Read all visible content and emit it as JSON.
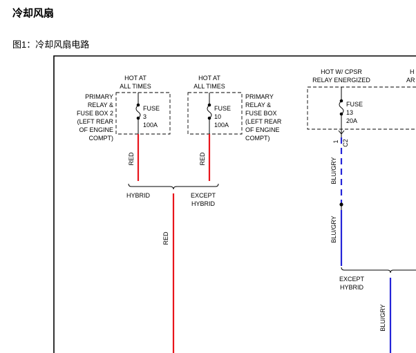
{
  "page": {
    "title": "冷却风扇",
    "figure_caption": "图1：冷却风扇电路"
  },
  "colors": {
    "red_wire": "#e8141b",
    "blue_wire": "#2424d8",
    "box_border": "#000000"
  },
  "diagram": {
    "fuse_left": {
      "hot_line1": "HOT AT",
      "hot_line2": "ALL TIMES",
      "label": "FUSE",
      "number": "3",
      "rating": "100A",
      "box_line1": "PRIMARY",
      "box_line2": "RELAY &",
      "box_line3": "FUSE BOX 2",
      "box_line4": "(LEFT REAR",
      "box_line5": "OF ENGINE",
      "box_line6": "COMPT)",
      "wire_color": "RED"
    },
    "fuse_middle": {
      "hot_line1": "HOT AT",
      "hot_line2": "ALL TIMES",
      "label": "FUSE",
      "number": "10",
      "rating": "100A",
      "box_line1": "PRIMARY",
      "box_line2": "RELAY &",
      "box_line3": "FUSE BOX",
      "box_line4": "(LEFT REAR",
      "box_line5": "OF ENGINE",
      "box_line6": "COMPT)",
      "wire_color": "RED"
    },
    "fuse_right": {
      "hot_line1": "HOT W/ CPSR",
      "hot_line2": "RELAY ENERGIZED",
      "label": "FUSE",
      "number": "13",
      "rating": "20A",
      "pin": "1",
      "connector": "C2",
      "wire_color_upper": "BLU/GRY",
      "wire_color_lower": "BLU/GRY"
    },
    "partial_right": {
      "line1": "H",
      "line2": "AR"
    },
    "brace_left": {
      "option_a": "HYBRID",
      "option_b_line1": "EXCEPT",
      "option_b_line2": "HYBRID"
    },
    "merged_wire_color": "RED",
    "right_option": {
      "line1": "EXCEPT",
      "line2": "HYBRID",
      "wire_color": "BLU/GRY"
    }
  }
}
